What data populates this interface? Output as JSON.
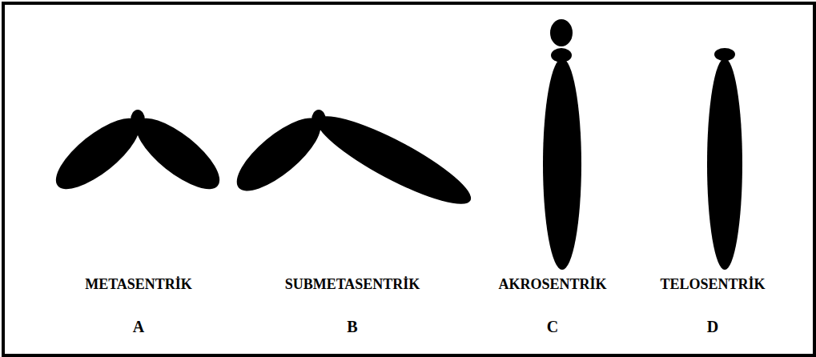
{
  "diagram": {
    "labels": [
      "METASENTRİK",
      "SUBMETASENTRİK",
      "AKROSENTRİK",
      "TELOSENTRİK",
      "A",
      "B",
      "C",
      "D"
    ]
  }
}
